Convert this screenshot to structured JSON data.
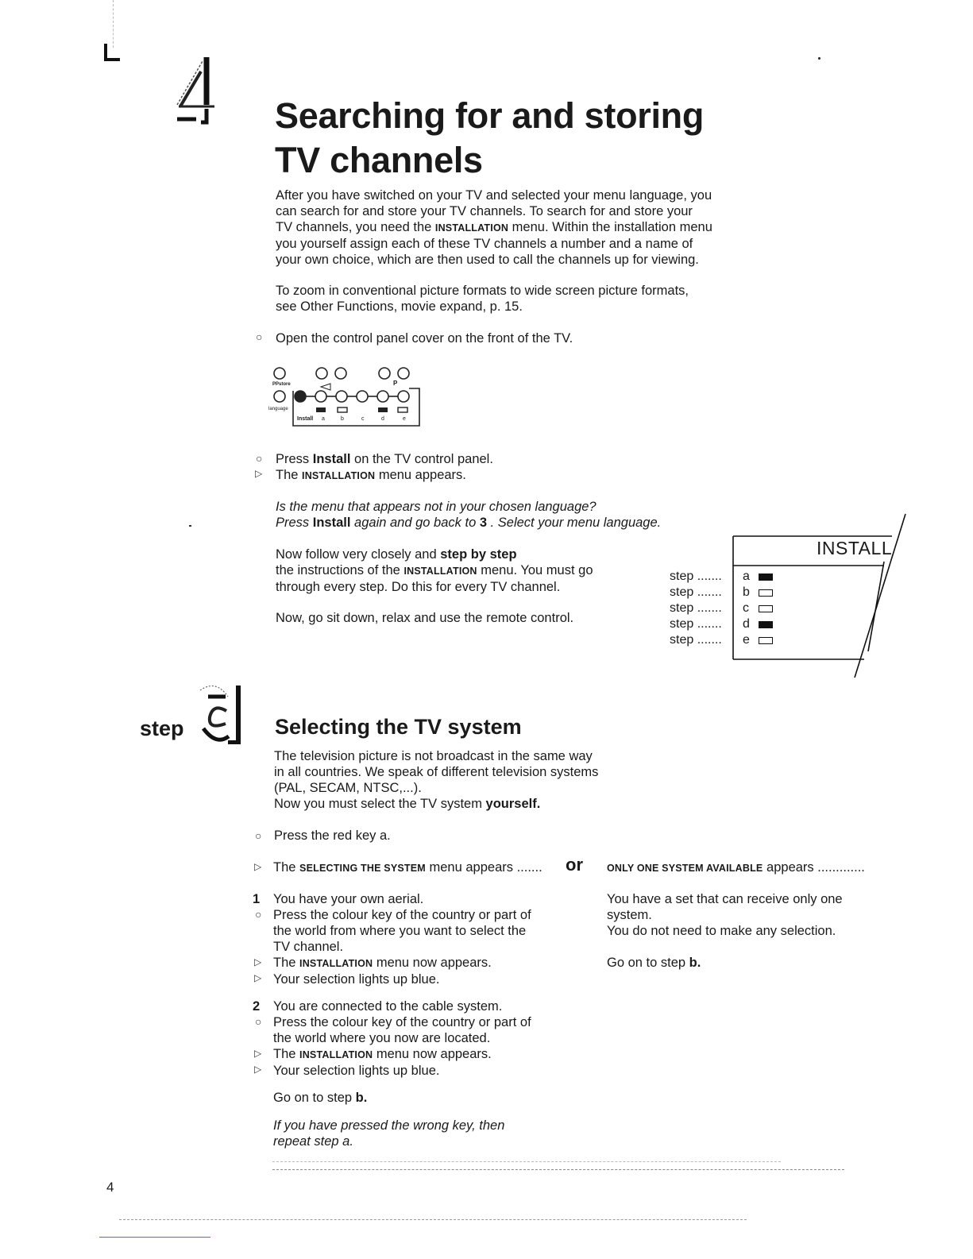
{
  "chapter": {
    "number": "4",
    "title_line1": "Searching for and storing",
    "title_line2": "TV channels"
  },
  "intro": {
    "p1_lines": [
      "After you have switched on your TV and selected your menu language, you",
      "can search for and store your TV channels. To search for and store your"
    ],
    "p1_l3_a": "TV channels, you need the ",
    "p1_l3_sc": "INSTALLATION",
    "p1_l3_b": " menu. Within the installation menu",
    "p1_lines2": [
      "you yourself assign each of these TV channels a number and a name of",
      "your own choice, which are then used to call the channels up for viewing."
    ],
    "p2_lines": [
      "To zoom in conventional picture formats to wide screen picture formats,",
      "see Other Functions, movie expand, p. 15."
    ],
    "open_panel": "Open the control panel cover on the front of the TV."
  },
  "panel": {
    "label_pp": "PPstore",
    "label_p": "P",
    "label_lang": "language",
    "bottom_labels": [
      "Install",
      "a",
      "b",
      "c",
      "d",
      "e"
    ]
  },
  "install_steps": {
    "press_a": "Press ",
    "press_b": "Install",
    "press_c": " on the TV control panel.",
    "appears_a": "The ",
    "appears_sc": "INSTALLATION",
    "appears_b": " menu appears.",
    "q1": "Is the menu that appears not in your chosen language?",
    "q2_a": "Press ",
    "q2_b": "Install",
    "q2_c": " again and go back to ",
    "q2_d": "3",
    "q2_e": " . Select your menu language.",
    "follow_a": "Now follow very closely and ",
    "follow_b": "step by step",
    "follow_l2_a": "the instructions of the ",
    "follow_l2_sc": "INSTALLATION",
    "follow_l2_b": " menu. You must go",
    "follow_l3": "through every step. Do this for every TV channel.",
    "remote": "Now, go sit down, relax and use the remote control."
  },
  "install_menu": {
    "title": "INSTALL",
    "rows": [
      {
        "step": "step .......",
        "letter": "a",
        "filled": true
      },
      {
        "step": "step .......",
        "letter": "b",
        "filled": false
      },
      {
        "step": "step .......",
        "letter": "c",
        "filled": false
      },
      {
        "step": "step .......",
        "letter": "d",
        "filled": true
      },
      {
        "step": "step .......",
        "letter": "e",
        "filled": false
      }
    ]
  },
  "step_a": {
    "step_word": "step",
    "step_letter": "a",
    "title": "Selecting the TV system",
    "body_lines": [
      "The television picture is not broadcast in the same way",
      "in all countries. We speak of different television systems",
      "(PAL, SECAM, NTSC,...)."
    ],
    "now_a": "Now you must select the TV system ",
    "now_b": "yourself.",
    "press_red": "Press the red key a.",
    "sel_a": "The ",
    "sel_sc": "SELECTING THE SYSTEM",
    "sel_b": " menu appears .......",
    "or": "or",
    "only_sc": "ONLY ONE SYSTEM AVAILABLE",
    "only_b": " appears .............",
    "case1_num": "1",
    "case1_lines": [
      "You have your own aerial.",
      "Press the colour key of the country or part of",
      "the world from where you want to select the",
      "TV channel."
    ],
    "case1_menu_a": "The ",
    "case1_menu_sc": "INSTALLATION",
    "case1_menu_b": " menu now appears.",
    "case1_blue": "Your selection lights up blue.",
    "case2_num": "2",
    "case2_lines": [
      "You are connected to the cable system.",
      "Press the colour key of the country or part of",
      "the world where you now are located."
    ],
    "case2_menu_a": "The ",
    "case2_menu_sc": "INSTALLATION",
    "case2_menu_b": " menu now appears.",
    "case2_blue": "Your selection lights up blue.",
    "goon_a": "Go on to step ",
    "goon_b": "b.",
    "wrong1": "If you have pressed the wrong key, then",
    "wrong2": "repeat step a.",
    "right_lines": [
      "You have a set that can receive only one",
      "system.",
      "You do not need to make any selection."
    ],
    "right_goon_a": "Go on to step ",
    "right_goon_b": "b."
  },
  "page_number": "4"
}
